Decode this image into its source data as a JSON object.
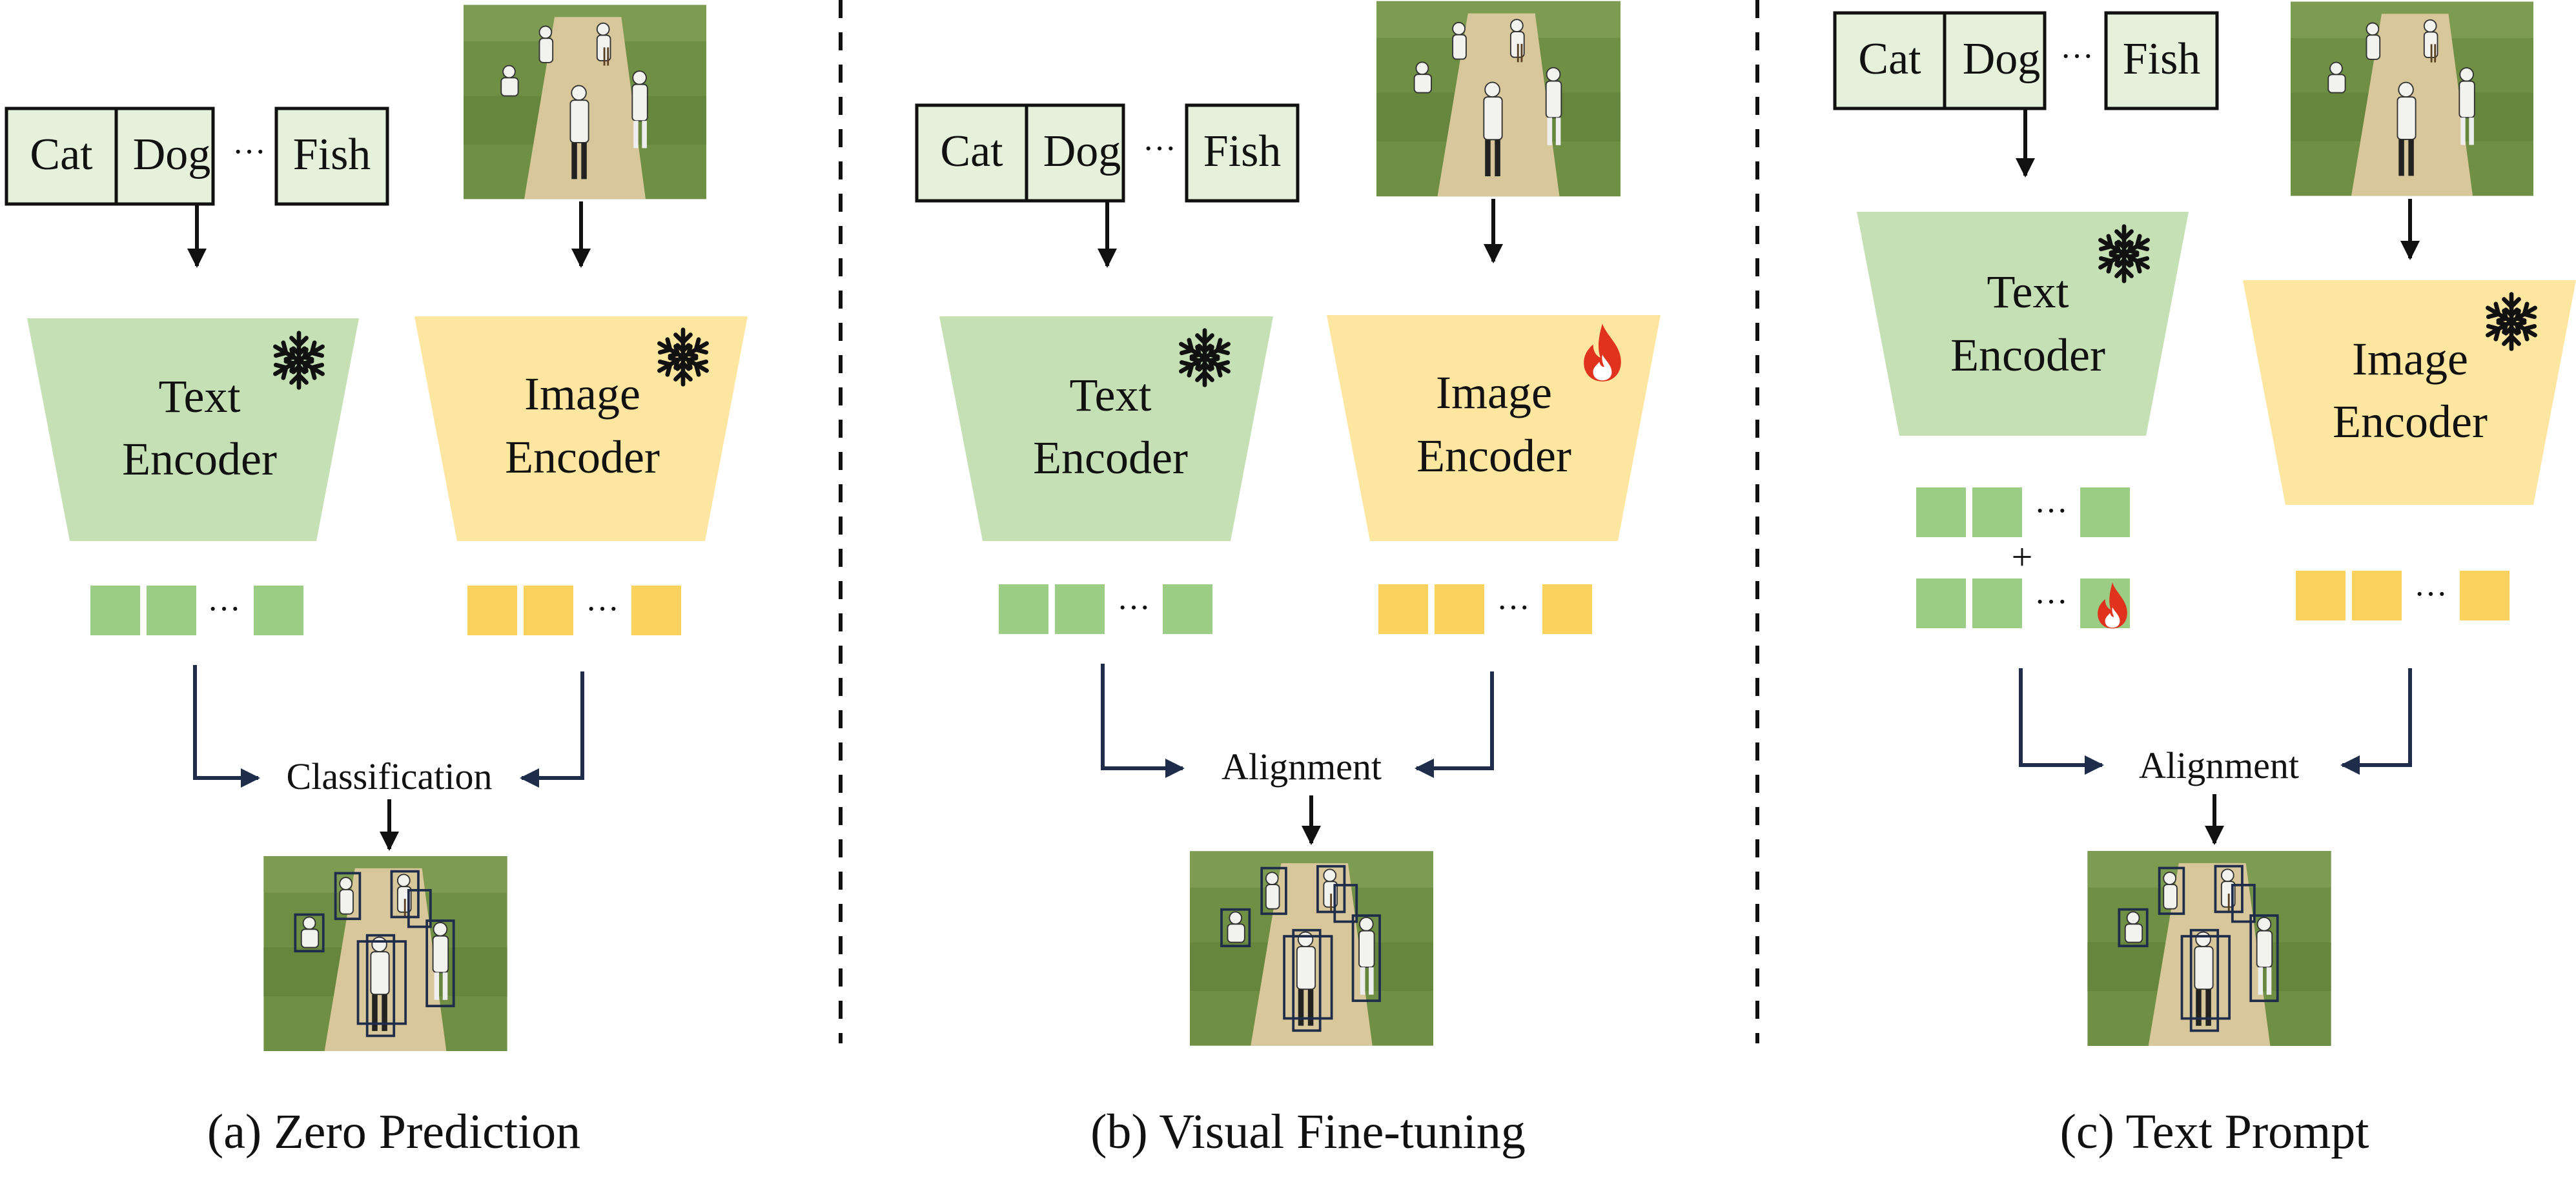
{
  "colors": {
    "text_encoder": "#c6e0b5",
    "image_encoder": "#fde7a0",
    "text_token": "#9ccd84",
    "image_token": "#fcd25e",
    "box_fill": "#e6f1dc",
    "arrow_dark": "#1f2d4a",
    "flame": "#e0321c",
    "photo_grass": "#6f8f45",
    "photo_pitch": "#d8c79a"
  },
  "panels": [
    {
      "id": "a",
      "labels": [
        "Cat",
        "Dog",
        "Fish"
      ],
      "ellipsis": "···",
      "text_encoder": {
        "line1": "Text",
        "line2": "Encoder",
        "icon": "snowflake-icon"
      },
      "image_encoder": {
        "line1": "Image",
        "line2": "Encoder",
        "icon": "snowflake-icon"
      },
      "token_ellipsis": "···",
      "merge_label": "Classification",
      "caption": "(a) Zero Prediction"
    },
    {
      "id": "b",
      "labels": [
        "Cat",
        "Dog",
        "Fish"
      ],
      "ellipsis": "···",
      "text_encoder": {
        "line1": "Text",
        "line2": "Encoder",
        "icon": "snowflake-icon"
      },
      "image_encoder": {
        "line1": "Image",
        "line2": "Encoder",
        "icon": "flame-icon"
      },
      "token_ellipsis": "···",
      "merge_label": "Alignment",
      "caption": "(b) Visual Fine-tuning"
    },
    {
      "id": "c",
      "labels": [
        "Cat",
        "Dog",
        "Fish"
      ],
      "ellipsis": "···",
      "text_encoder": {
        "line1": "Text",
        "line2": "Encoder",
        "icon": "snowflake-icon"
      },
      "image_encoder": {
        "line1": "Image",
        "line2": "Encoder",
        "icon": "snowflake-icon"
      },
      "token_ellipsis": "···",
      "plus": "+",
      "prompt_icon": "flame-icon",
      "merge_label": "Alignment",
      "caption": "(c) Text Prompt"
    }
  ]
}
